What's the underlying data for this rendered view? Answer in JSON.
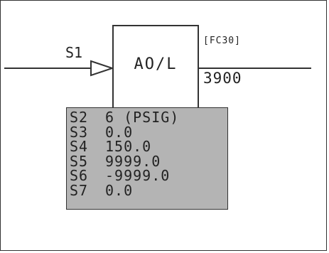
{
  "block": {
    "type_label": "AO/L",
    "tag": "[FC30]",
    "output_value": "3900",
    "input_label": "S1"
  },
  "params": [
    {
      "name": "S2",
      "value": "6 (PSIG)"
    },
    {
      "name": "S3",
      "value": "0.0"
    },
    {
      "name": "S4",
      "value": "150.0"
    },
    {
      "name": "S5",
      "value": "9999.0"
    },
    {
      "name": "S6",
      "value": "-9999.0"
    },
    {
      "name": "S7",
      "value": "0.0"
    }
  ],
  "colors": {
    "line": "#333333",
    "param_box_bg": "#b4b4b4",
    "text": "#222222"
  }
}
